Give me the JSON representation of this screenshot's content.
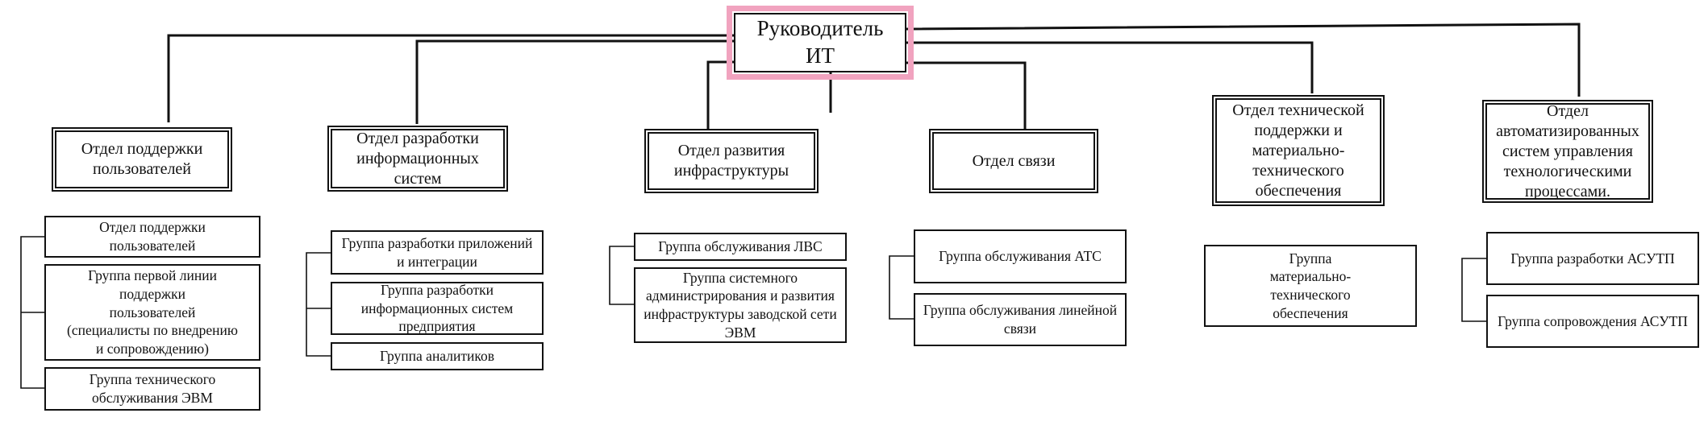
{
  "root": {
    "label": "Руководитель ИТ"
  },
  "departments": [
    {
      "label": "Отдел поддержки\nпользователей",
      "groups": [
        "Отдел поддержки\nпользователей",
        "Группа первой линии\nподдержки\nпользователей\n(специалисты по внедрению\nи сопровождению)",
        "Группа технического\nобслуживания ЭВМ"
      ]
    },
    {
      "label": "Отдел разработки\nинформационных\nсистем",
      "groups": [
        "Группа разработки приложений\nи интеграции",
        "Группа разработки\nинформационных систем\nпредприятия",
        "Группа аналитиков"
      ]
    },
    {
      "label": "Отдел развития\nинфраструктуры",
      "groups": [
        "Группа обслуживания ЛВС",
        "Группа системного\nадминистрирования и развития\nинфраструктуры заводской сети\nЭВМ"
      ]
    },
    {
      "label": "Отдел связи",
      "groups": [
        "Группа обслуживания АТС",
        "Группа обслуживания линейной\nсвязи"
      ]
    },
    {
      "label": "Отдел технической\nподдержки и\nматериально-\nтехнического\nобеспечения",
      "groups": [
        "Группа\nматериально-\nтехнического\nобеспечения"
      ]
    },
    {
      "label": "Отдел\nавтоматизированных\nсистем управления\nтехнологическими\nпроцессами.",
      "groups": [
        "Группа разработки АСУТП",
        "Группа сопровождения АСУТП"
      ]
    }
  ]
}
